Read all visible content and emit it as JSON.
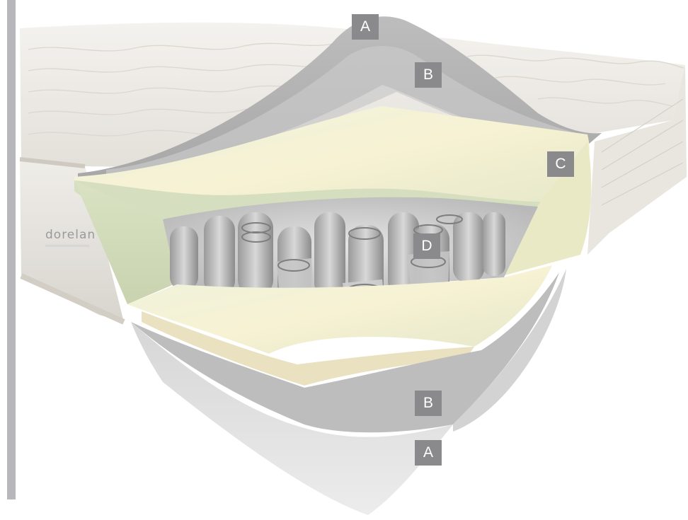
{
  "brand_label": "dorelan",
  "markers": {
    "top_a": "A",
    "top_b": "B",
    "c": "C",
    "d": "D",
    "bottom_b": "B",
    "bottom_a": "A"
  },
  "colors": {
    "sidebar": "#b8b8bc",
    "marker_bg": "#8a8a8d",
    "marker_text": "#ffffff"
  }
}
